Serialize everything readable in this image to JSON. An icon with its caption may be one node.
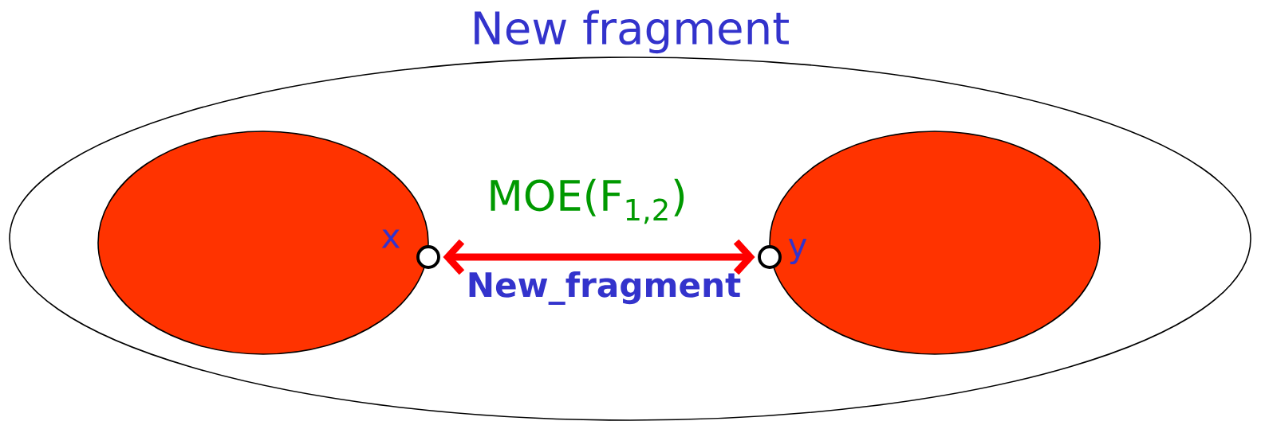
{
  "diagram": {
    "nodes": [
      {
        "text": [
          "New fragment"
        ]
      },
      {
        "text": [],
        "shape": "ellipse",
        "in": 0
      },
      {
        "text": [],
        "shape": "ellipse",
        "in": 0
      },
      {
        "text": [],
        "shape": "circle",
        "beside": [
          "x"
        ],
        "in": 0
      },
      {
        "text": [],
        "shape": "circle",
        "beside": [
          "y"
        ],
        "in": 0
      }
    ],
    "edges": [
      {
        "from": 3,
        "to": 4,
        "arrow": "both",
        "label": "MOE(F$_{1,2}$)"
      }
    ],
    "labels": [
      "New_fragment"
    ]
  }
}
